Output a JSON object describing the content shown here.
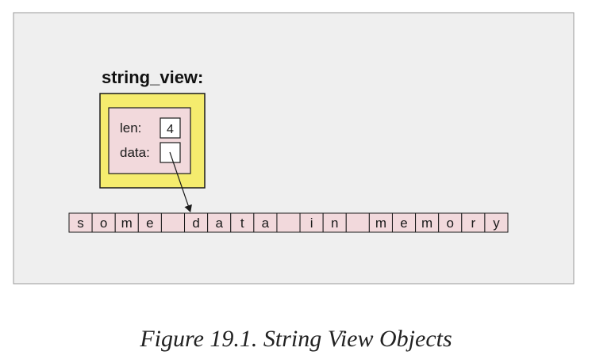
{
  "diagram": {
    "object_title": "string_view:",
    "fields": {
      "len_label": "len:",
      "len_value": "4",
      "data_label": "data:",
      "data_value": ""
    },
    "memory_cells": [
      "s",
      "o",
      "m",
      "e",
      "",
      "d",
      "a",
      "t",
      "a",
      "",
      "i",
      "n",
      "",
      "m",
      "e",
      "m",
      "o",
      "r",
      "y"
    ],
    "pointer_target_index": 5
  },
  "caption": "Figure 19.1. String View Objects",
  "colors": {
    "canvas_bg": "#efefef",
    "canvas_border": "#9a9a9a",
    "outer_box_fill": "#f5ec6e",
    "inner_box_fill": "#f2d9dc",
    "cell_fill": "#f2d9dc",
    "value_box_fill": "#ffffff",
    "line": "#1a1a1a"
  }
}
